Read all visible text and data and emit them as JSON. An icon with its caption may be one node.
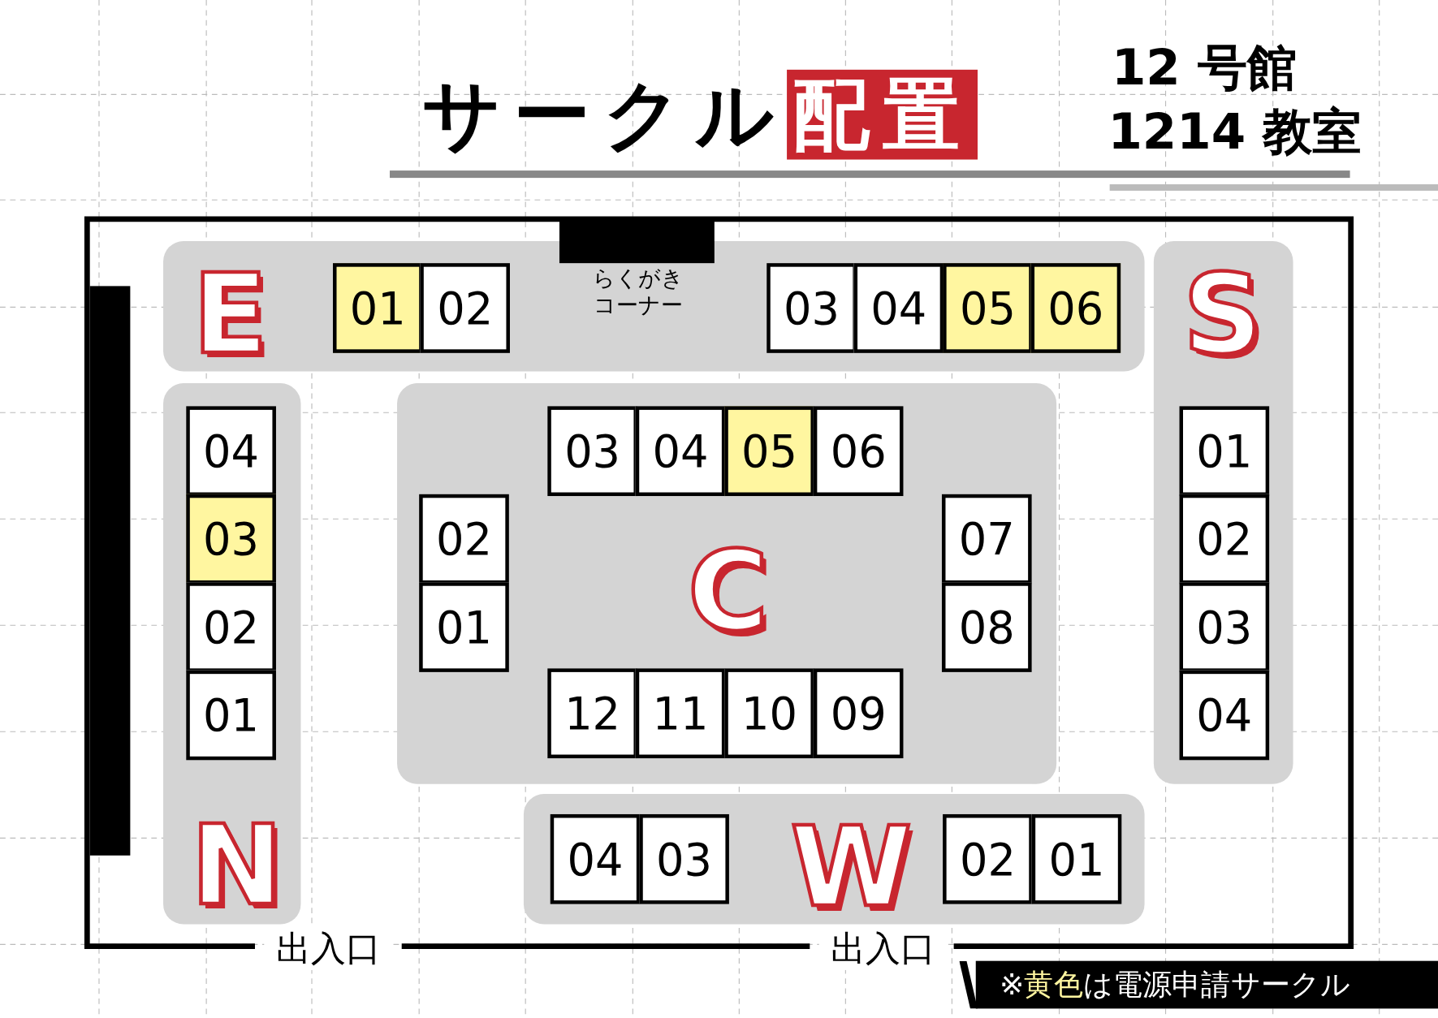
{
  "diagram": {
    "title": "サークル**配置**",
    "nodes": [
      {
        "text": [
          "E"
        ]
      },
      {
        "text": [
          "01"
        ],
        "in": 0
      },
      {
        "text": [
          "02"
        ],
        "in": 0
      },
      {
        "text": [
          "03"
        ],
        "in": 0
      },
      {
        "text": [
          "04"
        ],
        "in": 0
      },
      {
        "text": [
          "05"
        ],
        "in": 0
      },
      {
        "text": [
          "06"
        ],
        "in": 0
      },
      {
        "text": [
          "S"
        ]
      },
      {
        "text": [
          "01"
        ],
        "in": 7
      },
      {
        "text": [
          "02"
        ],
        "in": 7
      },
      {
        "text": [
          "03"
        ],
        "in": 7
      },
      {
        "text": [
          "04"
        ],
        "in": 7
      },
      {
        "text": [
          "N"
        ]
      },
      {
        "text": [
          "04"
        ],
        "in": 12
      },
      {
        "text": [
          "03"
        ],
        "in": 12
      },
      {
        "text": [
          "02"
        ],
        "in": 12
      },
      {
        "text": [
          "01"
        ],
        "in": 12
      },
      {
        "text": [
          "C"
        ]
      },
      {
        "text": [
          "03"
        ],
        "in": 17
      },
      {
        "text": [
          "04"
        ],
        "in": 17
      },
      {
        "text": [
          "05"
        ],
        "in": 17
      },
      {
        "text": [
          "06"
        ],
        "in": 17
      },
      {
        "text": [
          "02"
        ],
        "in": 17
      },
      {
        "text": [
          "01"
        ],
        "in": 17
      },
      {
        "text": [
          "07"
        ],
        "in": 17
      },
      {
        "text": [
          "08"
        ],
        "in": 17
      },
      {
        "text": [
          "12"
        ],
        "in": 17
      },
      {
        "text": [
          "11"
        ],
        "in": 17
      },
      {
        "text": [
          "10"
        ],
        "in": 17
      },
      {
        "text": [
          "09"
        ],
        "in": 17
      },
      {
        "text": [
          "W"
        ]
      },
      {
        "text": [
          "04"
        ],
        "in": 30
      },
      {
        "text": [
          "03"
        ],
        "in": 30
      },
      {
        "text": [
          "02"
        ],
        "in": 30
      },
      {
        "text": [
          "01"
        ],
        "in": 30
      }
    ],
    "edges": [],
    "labels": [
      "12 号館",
      "1214 教室",
      "らくがきコーナー",
      "出入口",
      "出入口"
    ],
    "legend": [
      {
        "text": "※**黄色**は電源申請サークル",
        "color": "#fff6a0"
      }
    ]
  }
}
